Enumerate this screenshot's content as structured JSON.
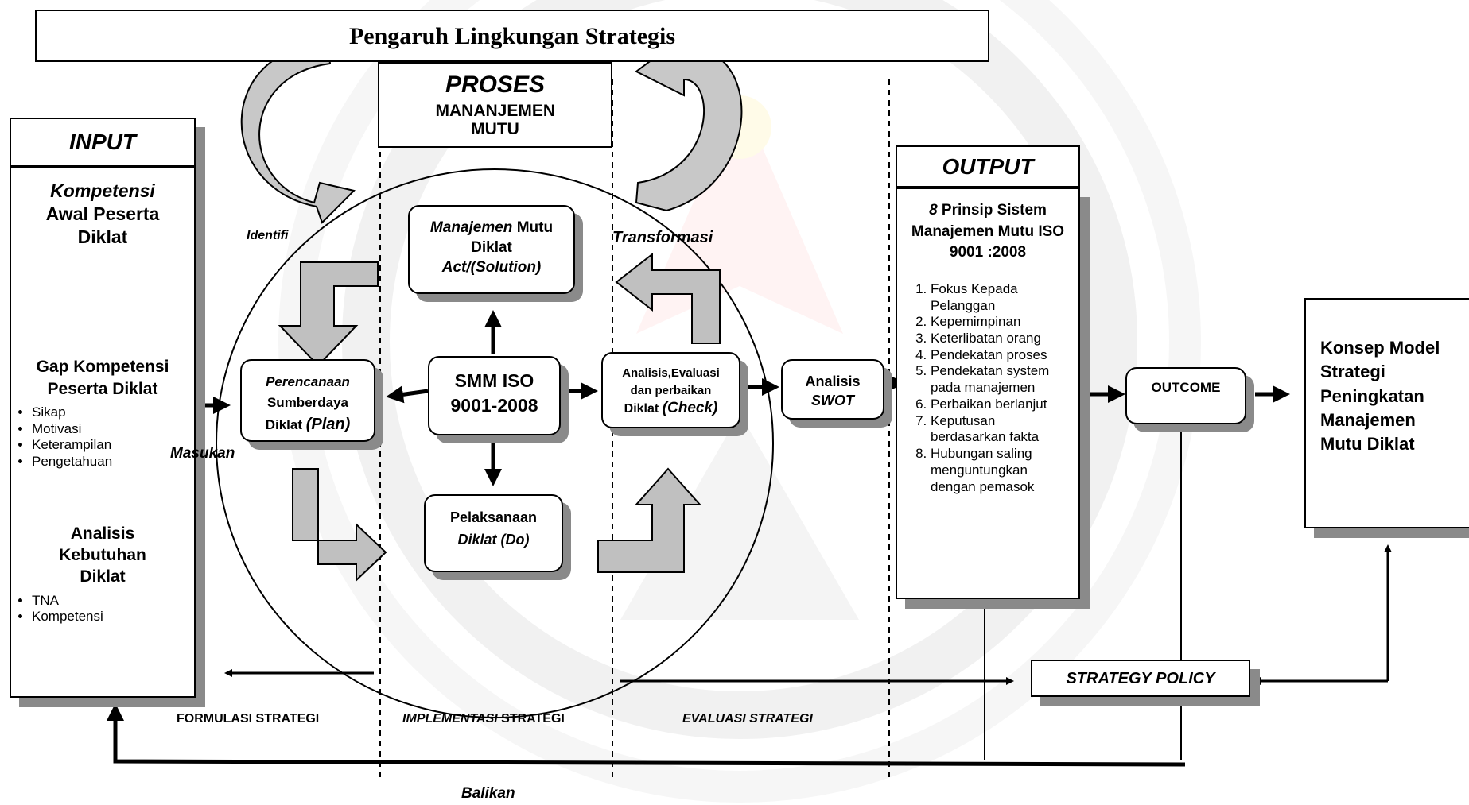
{
  "env_title": "Pengaruh Lingkungan Strategis",
  "proses": {
    "title": "PROSES",
    "subtitle": "MANANJEMEN MUTU"
  },
  "input": {
    "header": "INPUT",
    "kompetensi_line1": "Kompetensi",
    "kompetensi_line2": "Awal Peserta Diklat",
    "gap": "Gap Kompetensi Peserta Diklat",
    "gap_items": [
      "Sikap",
      "Motivasi",
      "Keterampilan",
      "Pengetahuan"
    ],
    "analisis": "Analisis Kebutuhan Diklat",
    "analisis_items": [
      "TNA",
      "Kompetensi"
    ]
  },
  "output": {
    "header": "OUTPUT",
    "prinsip_num": "8",
    "prinsip_rest": "Prinsip Sistem Manajemen Mutu ISO 9001 :2008",
    "principles": [
      "Fokus Kepada Pelanggan",
      "Kepemimpinan",
      "Keterlibatan orang",
      "Pendekatan proses",
      "Pendekatan system pada manajemen",
      "Perbaikan berlanjut",
      "Keputusan berdasarkan fakta",
      "Hubungan saling menguntungkan dengan pemasok"
    ]
  },
  "center": {
    "act_italic": "Manajemen",
    "act_rest": "Mutu Diklat",
    "act_line3": "Act/(Solution)",
    "smm": "SMM ISO 9001-2008",
    "plan_line1": "Perencanaan",
    "plan_line2": "Sumberdaya",
    "plan_line3a": "Diklat",
    "plan_line3b": "(Plan)",
    "do_line1": "Pelaksanaan",
    "do_line2": "Diklat (Do)",
    "check_line1": "Analisis,Evaluasi dan perbaikan",
    "check_line2a": "Diklat",
    "check_line2b": "(Check)"
  },
  "swot": {
    "line1": "Analisis",
    "line2": "SWOT"
  },
  "outcome": "OUTCOME",
  "konsep": "Konsep Model Strategi Peningkatan Manajemen Mutu Diklat",
  "strategy_policy": "STRATEGY POLICY",
  "labels": {
    "identifikasi": "Identifi",
    "transformasi": "Transformasi",
    "masukan": "Masukan",
    "formulasi": "FORMULASI STRATEGI",
    "implementasi_italic": "IMPLEMENTASI",
    "implementasi_rest": "STRATEGI",
    "evaluasi": "EVALUASI STRATEGI",
    "balikan": "Balikan"
  },
  "colors": {
    "shadow": "#8a8a8a",
    "curved_arrow_fill": "#c8c8c8",
    "block_arrow_fill": "#c0c0c0",
    "watermark": "#f0f0f0"
  }
}
